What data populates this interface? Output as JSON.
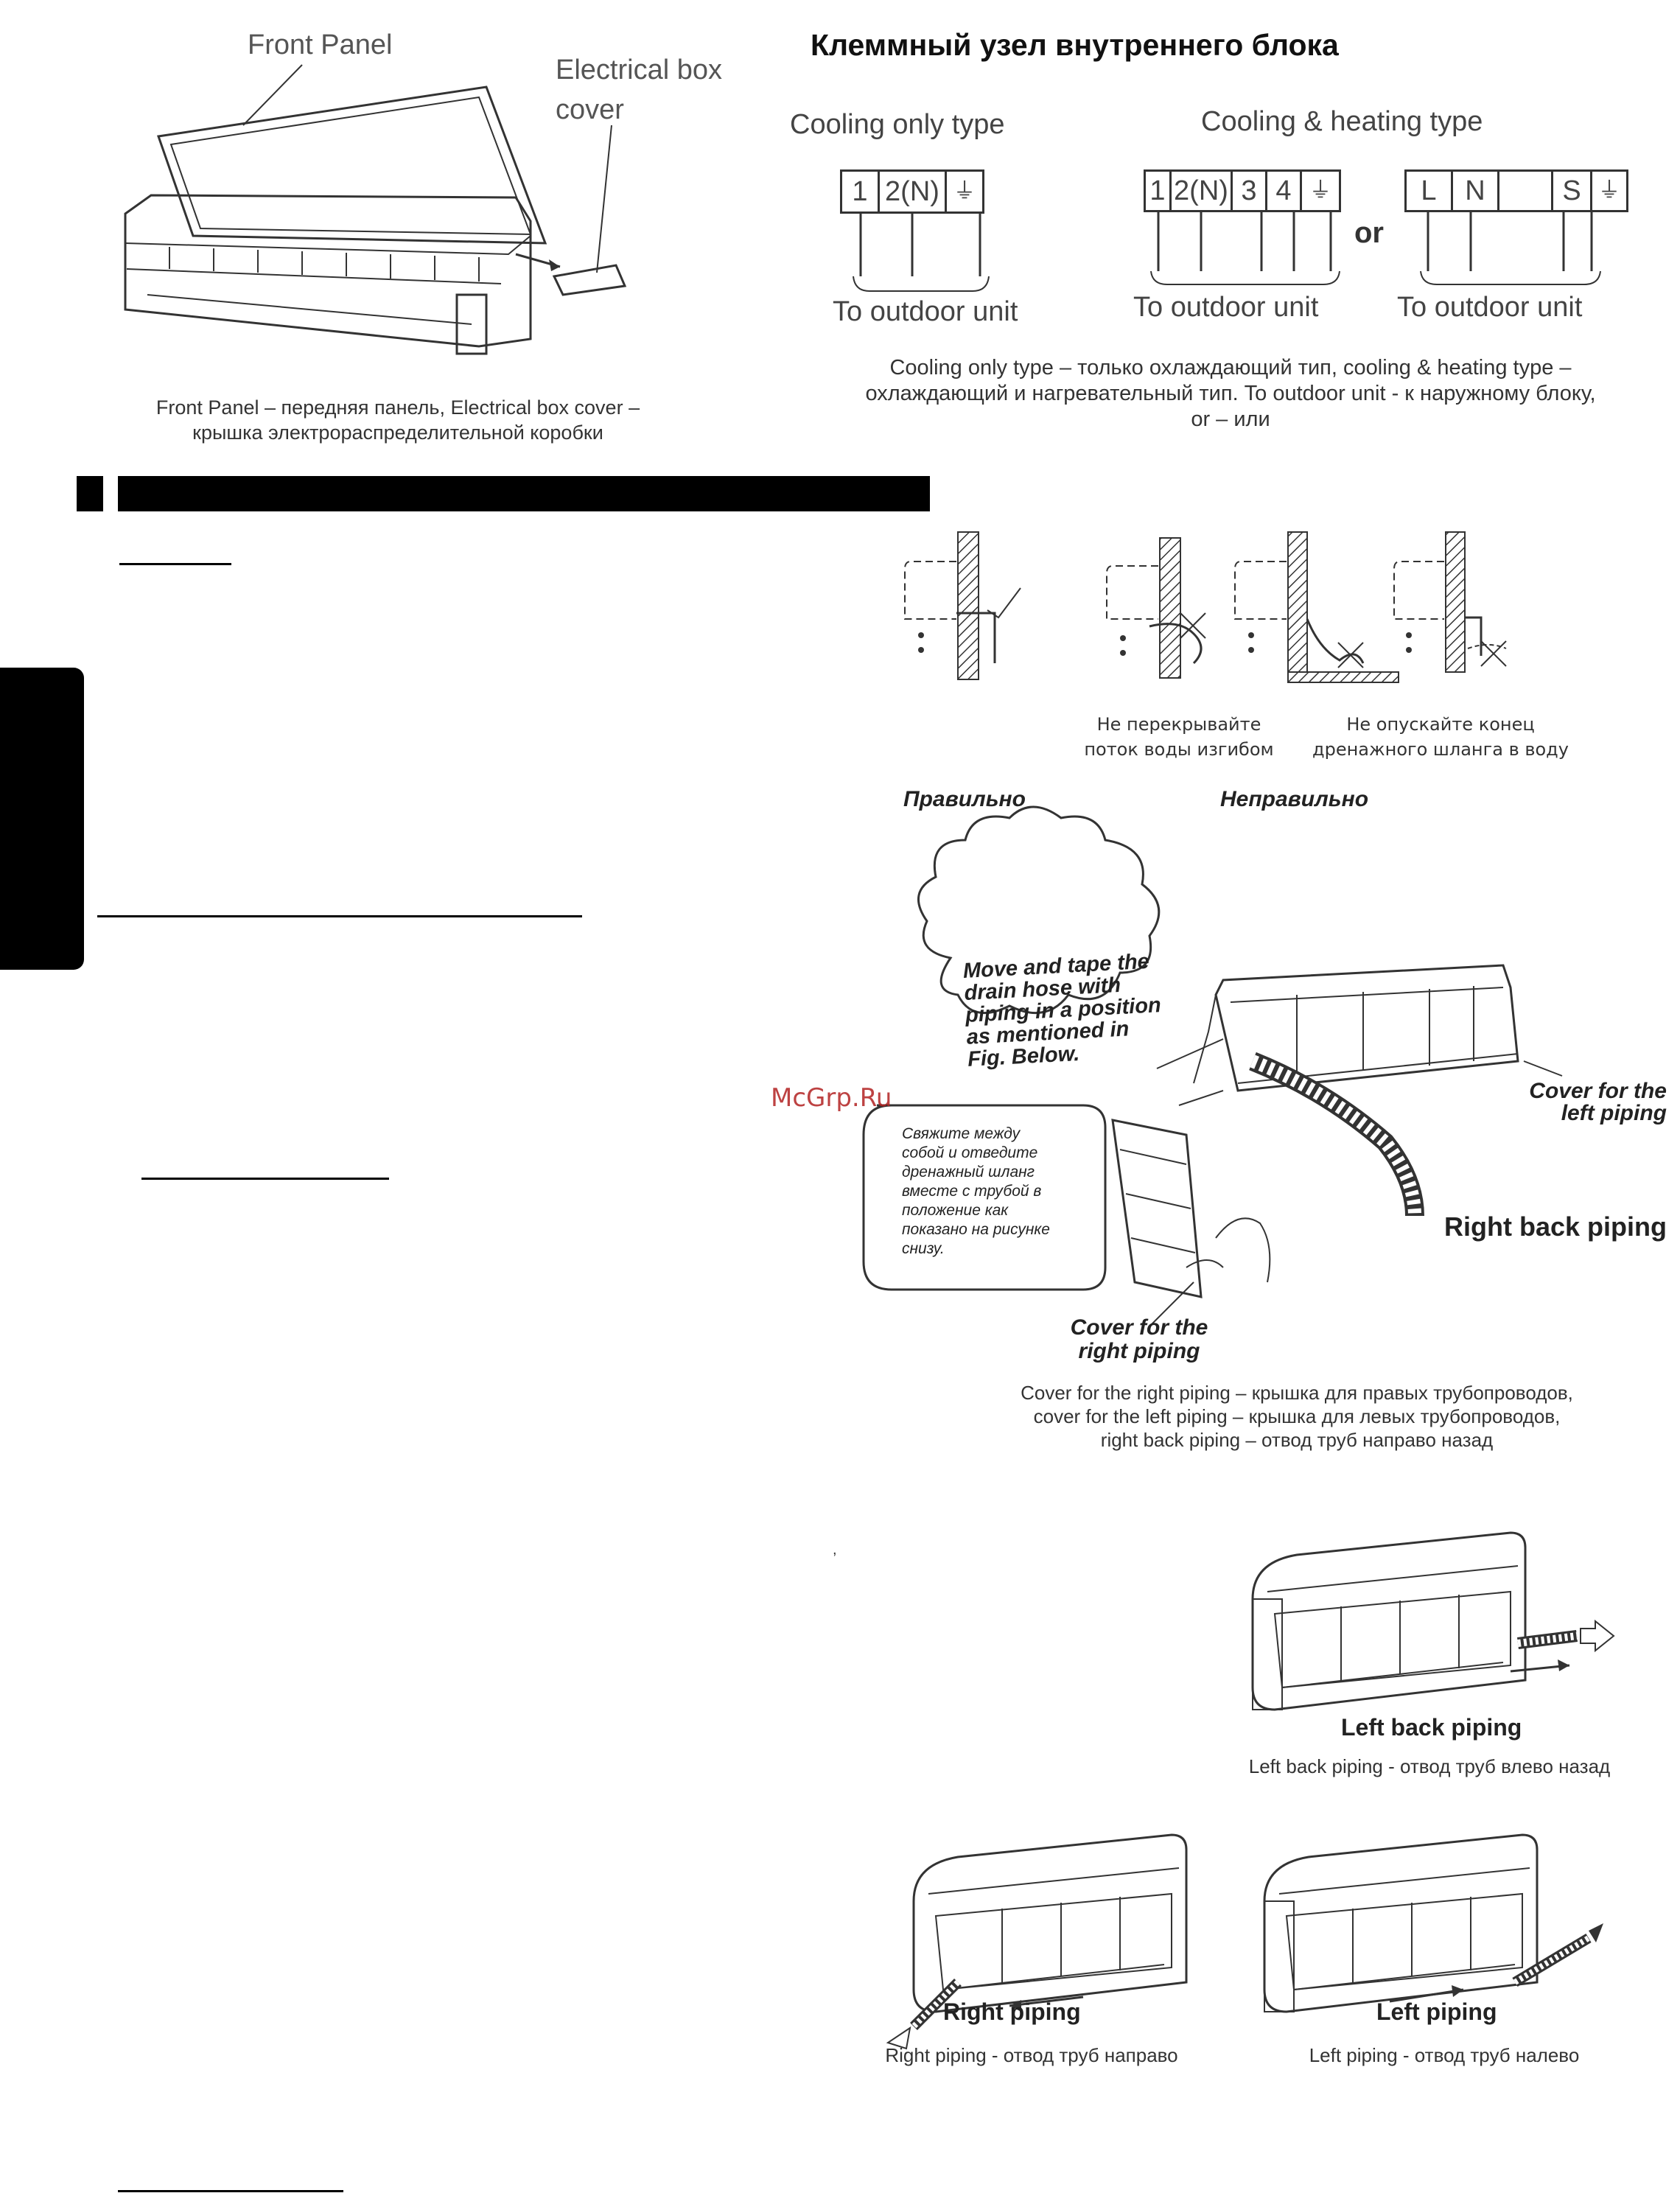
{
  "fig1": {
    "front_panel_label": "Front Panel",
    "electrical_box_label": "Electrical box",
    "electrical_box_label2": "cover",
    "caption_line1": "Front Panel – передняя панель, Electrical box cover –",
    "caption_line2": "крышка электрораспределительной коробки"
  },
  "terminal": {
    "title": "Клеммный узел внутреннего блока",
    "cooling_only": "Cooling only type",
    "cooling_heating": "Cooling & heating type",
    "box1": [
      "1",
      "2(N)",
      "⏚"
    ],
    "box2": [
      "1",
      "2(N)",
      "3",
      "4",
      "⏚"
    ],
    "box3": [
      "L",
      "N",
      "",
      "S",
      "⏚"
    ],
    "or_word": "or",
    "to_outdoor_1": "To outdoor unit",
    "to_outdoor_2": "To outdoor unit",
    "to_outdoor_3": "To outdoor unit",
    "caption_line1": "Cooling only type – только охлаждающий тип, cooling & heating type –",
    "caption_line2": "охлаждающий и нагревательный тип. To outdoor unit - к наружному блоку,",
    "caption_line3": "or – или"
  },
  "drain": {
    "note1_line1": "Не перекрывайте",
    "note1_line2": "поток воды изгибом",
    "note2_line1": "Не опускайте конец",
    "note2_line2": "дренажного шланга в воду",
    "correct": "Правильно",
    "incorrect": "Неправильно"
  },
  "watermark": "McGrp.Ru",
  "piping": {
    "cloud_line1": "Move and tape the",
    "cloud_line2": "drain  hose with",
    "cloud_line3": "piping in a position",
    "cloud_line4": "as mentioned in",
    "cloud_line5": "Fig. Below.",
    "bubble_ru": [
      "Свяжите между",
      "собой и отведите",
      "дренажный шланг",
      "вместе с трубой в",
      "положение как",
      "показано на рисунке",
      "снизу."
    ],
    "cover_left_1": "Cover for the",
    "cover_left_2": "left piping",
    "right_back": "Right back piping",
    "cover_right_1": "Cover for the",
    "cover_right_2": "right piping",
    "caption_line1": "Cover for the right piping  –  крышка для правых трубопроводов,",
    "caption_line2": "cover for the left piping – крышка для левых трубопроводов,",
    "caption_line3": "right back piping – отвод труб направо назад"
  },
  "stray_mark": ",",
  "left_back": {
    "label": "Left back piping",
    "caption": "Left back piping - отвод труб влево назад"
  },
  "right_piping": {
    "label": "Right piping",
    "caption": "Right piping - отвод труб направо"
  },
  "left_piping": {
    "label": "Left piping",
    "caption": "Left piping - отвод труб налево"
  }
}
